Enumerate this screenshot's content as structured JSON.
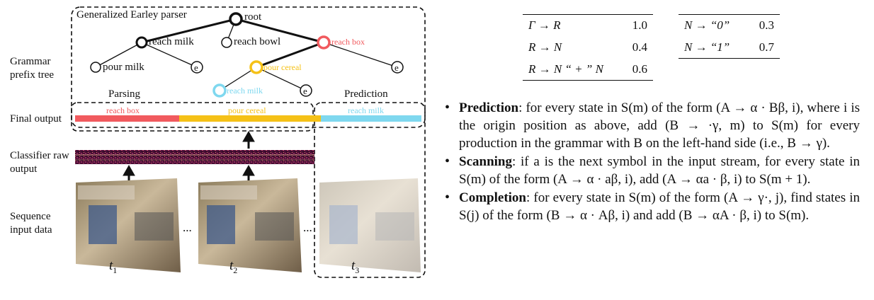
{
  "figure": {
    "labels": {
      "grammar_prefix_tree": "Grammar prefix tree",
      "final_output": "Final output",
      "classifier": "Classifier raw output",
      "sequence": "Sequence input data",
      "parser": "Generalized Earley parser",
      "parsing": "Parsing",
      "prediction": "Prediction"
    },
    "tree_nodes": {
      "root": "root",
      "reach_milk_top": "reach milk",
      "reach_bowl": "reach bowl",
      "reach_box": "reach box",
      "pour_milk": "pour milk",
      "e1": "e",
      "pour_cereal": "pour cereal",
      "e2": "e",
      "reach_milk_low": "reach milk",
      "e3": "e"
    },
    "output_segments": {
      "reach_box": "reach box",
      "pour_cereal": "pour cereal",
      "reach_milk": "reach milk"
    },
    "times": {
      "t1": "t",
      "t1_sub": "1",
      "t2": "t",
      "t2_sub": "2",
      "t3": "t",
      "t3_sub": "3"
    },
    "ellipsis": "...",
    "colors": {
      "red": "#f15a5e",
      "yellow": "#f5c117",
      "cyan": "#7fd8ef",
      "purple": "#5b1240"
    }
  },
  "grammar_table": {
    "left": [
      {
        "rule": "Γ → R",
        "prob": "1.0"
      },
      {
        "rule": "R → N",
        "prob": "0.4"
      },
      {
        "rule": "R → N “ + ” N",
        "prob": "0.6"
      }
    ],
    "right": [
      {
        "rule": "N → “0”",
        "prob": "0.3"
      },
      {
        "rule": "N → “1”",
        "prob": "0.7"
      }
    ]
  },
  "bullets": [
    {
      "title": "Prediction",
      "text": ": for every state in S(m) of the form (A → α · Bβ, i), where i is the origin position as above, add (B → ·γ, m) to S(m) for every production in the grammar with B on the left-hand side (i.e., B → γ)."
    },
    {
      "title": "Scanning",
      "text": ": if a is the next symbol in the input stream, for every state in S(m) of the form (A → α · aβ, i), add (A → αa · β, i) to S(m + 1)."
    },
    {
      "title": "Completion",
      "text": ": for every state in S(m) of the form (A → γ·, j), find states in S(j) of the form (B → α · Aβ, i) and add (B → αA · β, i) to S(m)."
    }
  ]
}
